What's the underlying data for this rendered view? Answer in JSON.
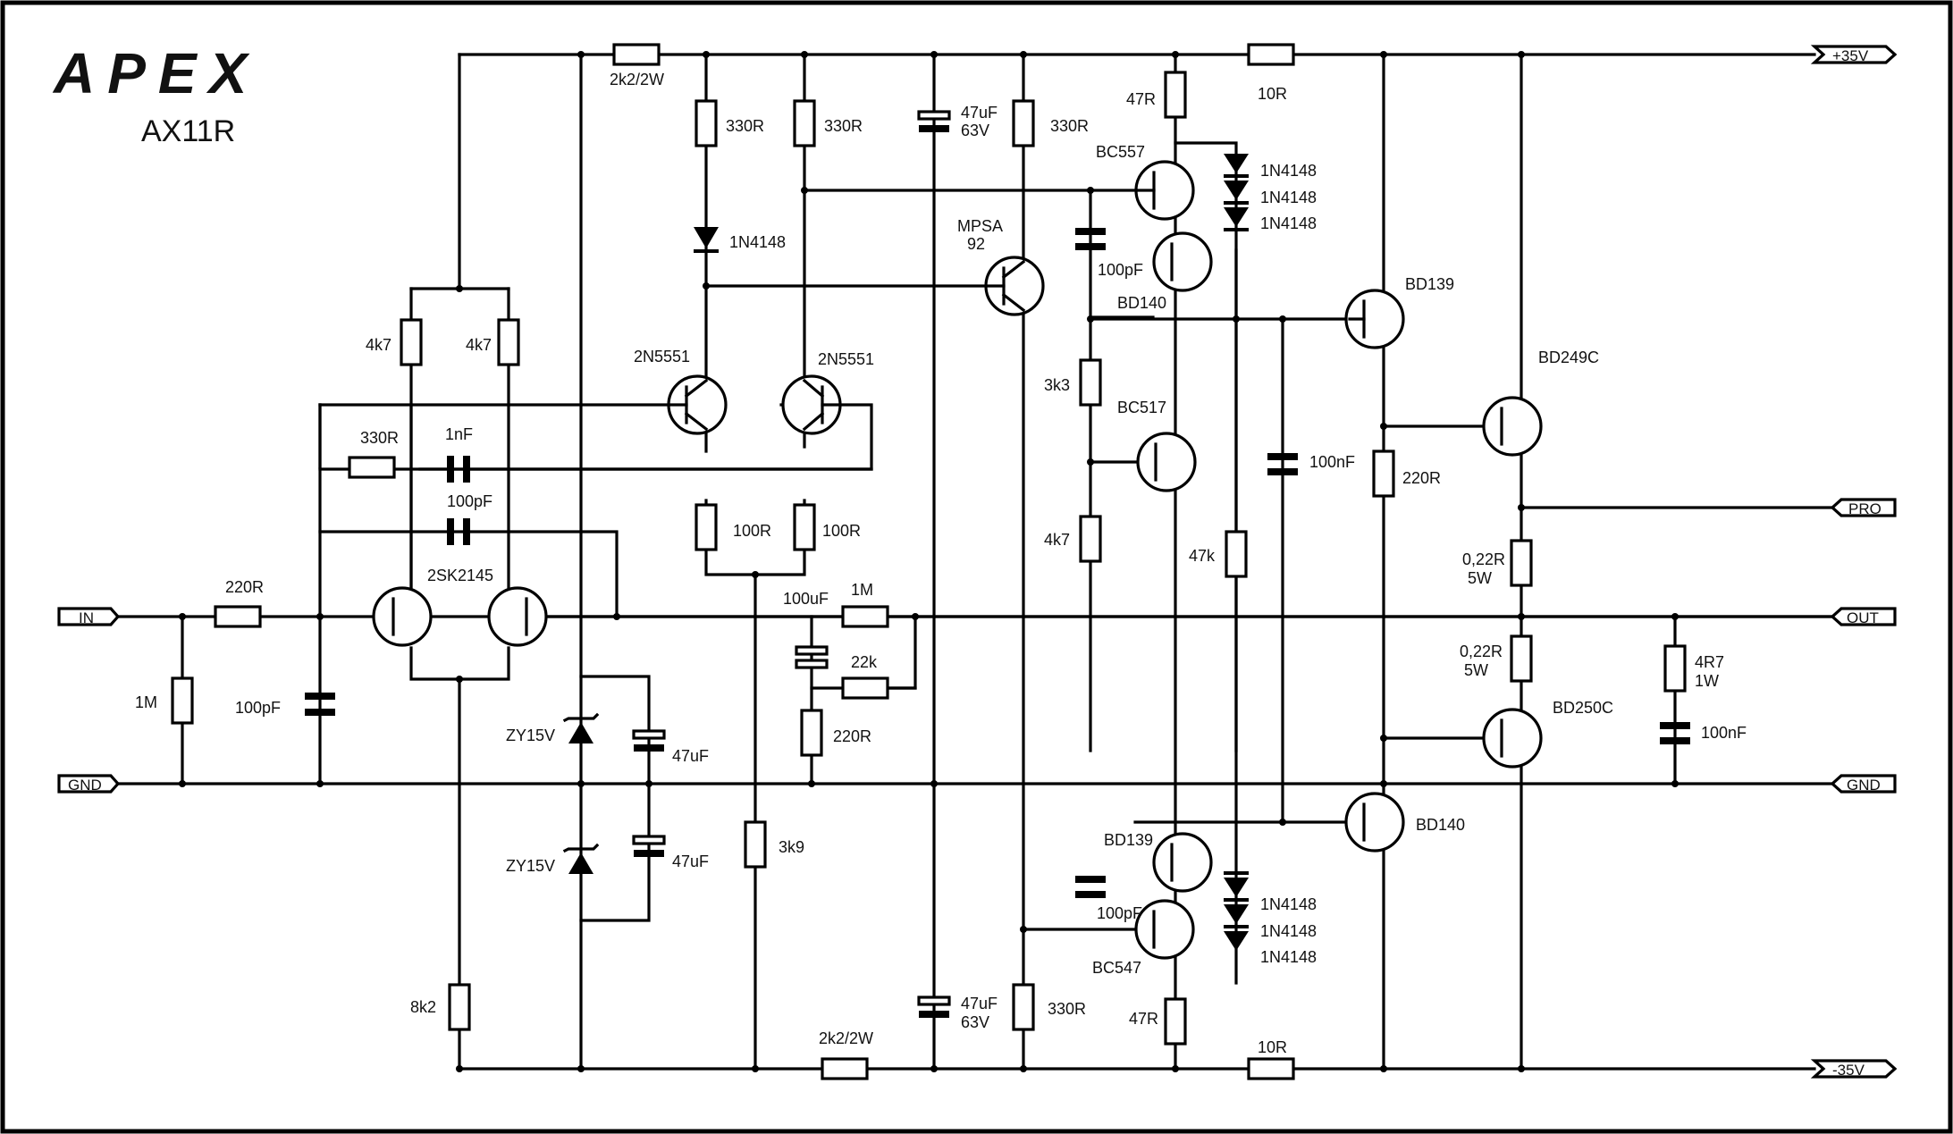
{
  "brand": {
    "logo_text": "APEX",
    "model": "AX11R"
  },
  "ports": {
    "vpos": "+35V",
    "vneg": "-35V",
    "pro": "PRO",
    "out": "OUT",
    "gnd_right": "GND",
    "in": "IN",
    "gnd_left": "GND"
  },
  "resistors": {
    "r_feed_top": "2k2/2W",
    "r_feed_bot": "2k2/2W",
    "r_330_a": "330R",
    "r_330_b": "330R",
    "r_330_c": "330R",
    "r_330_d": "330R",
    "r_330_e": "330R",
    "r_47_top": "47R",
    "r_47_bot": "47R",
    "r_10_top": "10R",
    "r_10_bot": "10R",
    "r_4k7_a": "4k7",
    "r_4k7_b": "4k7",
    "r_4k7_c": "4k7",
    "r_220_in": "220R",
    "r_1m_in": "1M",
    "r_100_a": "100R",
    "r_100_b": "100R",
    "r_1m_fb": "1M",
    "r_22k": "22k",
    "r_220_fb": "220R",
    "r_3k9": "3k9",
    "r_8k2": "8k2",
    "r_3k3": "3k3",
    "r_47k": "47k",
    "r_220_drv": "220R",
    "r_022_top": "0,22R",
    "r_022_top_w": "5W",
    "r_022_bot": "0,22R",
    "r_022_bot_w": "5W",
    "r_4r7": "4R7",
    "r_4r7_w": "1W"
  },
  "capacitors": {
    "c_47u_top": "47uF",
    "c_47u_top_v": "63V",
    "c_47u_bot": "47uF",
    "c_47u_bot_v": "63V",
    "c_1n": "1nF",
    "c_100p_jfet": "100pF",
    "c_100p_in": "100pF",
    "c_100u": "100uF",
    "c_47u_z1": "47uF",
    "c_47u_z2": "47uF",
    "c_100p_top": "100pF",
    "c_100p_bot": "100pF",
    "c_100n_mid": "100nF",
    "c_100n_out": "100nF"
  },
  "semiconductors": {
    "q_2n5551_l": "2N5551",
    "q_2n5551_r": "2N5551",
    "q_mpsa_1": "MPSA",
    "q_mpsa_2": "92",
    "q_bc557": "BC557",
    "q_bd140_top": "BD140",
    "q_bd139_top": "BD139",
    "q_bd249": "BD249C",
    "q_bc517": "BC517",
    "q_2sk": "2SK2145",
    "q_bd250": "BD250C",
    "q_bd140_bot": "BD140",
    "q_bd139_bot": "BD139",
    "q_bc547": "BC547",
    "d_top": "1N4148",
    "d_r1": "1N4148",
    "d_r2": "1N4148",
    "d_r3": "1N4148",
    "d_b1": "1N4148",
    "d_b2": "1N4148",
    "d_b3": "1N4148",
    "z1": "ZY15V",
    "z2": "ZY15V"
  }
}
